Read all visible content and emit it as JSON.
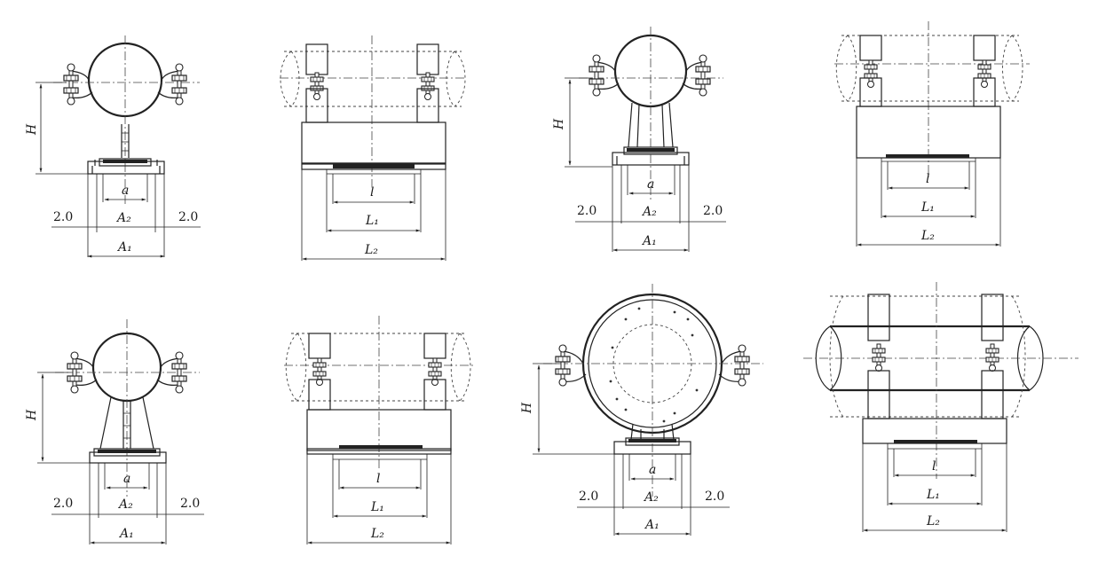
{
  "figure": {
    "labels": {
      "height": "H",
      "base_width": "a",
      "width_inner": "A₂",
      "width_outer": "A₁",
      "offset": "2.0",
      "length_inner": "l",
      "length_mid": "L₁",
      "length_outer": "L₂"
    },
    "views": [
      {
        "id": "v1",
        "kind": "front",
        "style": "single-stem"
      },
      {
        "id": "v2",
        "kind": "side",
        "style": "plain-base"
      },
      {
        "id": "v3",
        "kind": "front",
        "style": "channel-stem"
      },
      {
        "id": "v4",
        "kind": "side",
        "style": "tall-base"
      },
      {
        "id": "v5",
        "kind": "front",
        "style": "tapered-stem"
      },
      {
        "id": "v6",
        "kind": "side",
        "style": "plate-base"
      },
      {
        "id": "v7",
        "kind": "front",
        "style": "insulated"
      },
      {
        "id": "v8",
        "kind": "side",
        "style": "large-pipe"
      }
    ]
  }
}
